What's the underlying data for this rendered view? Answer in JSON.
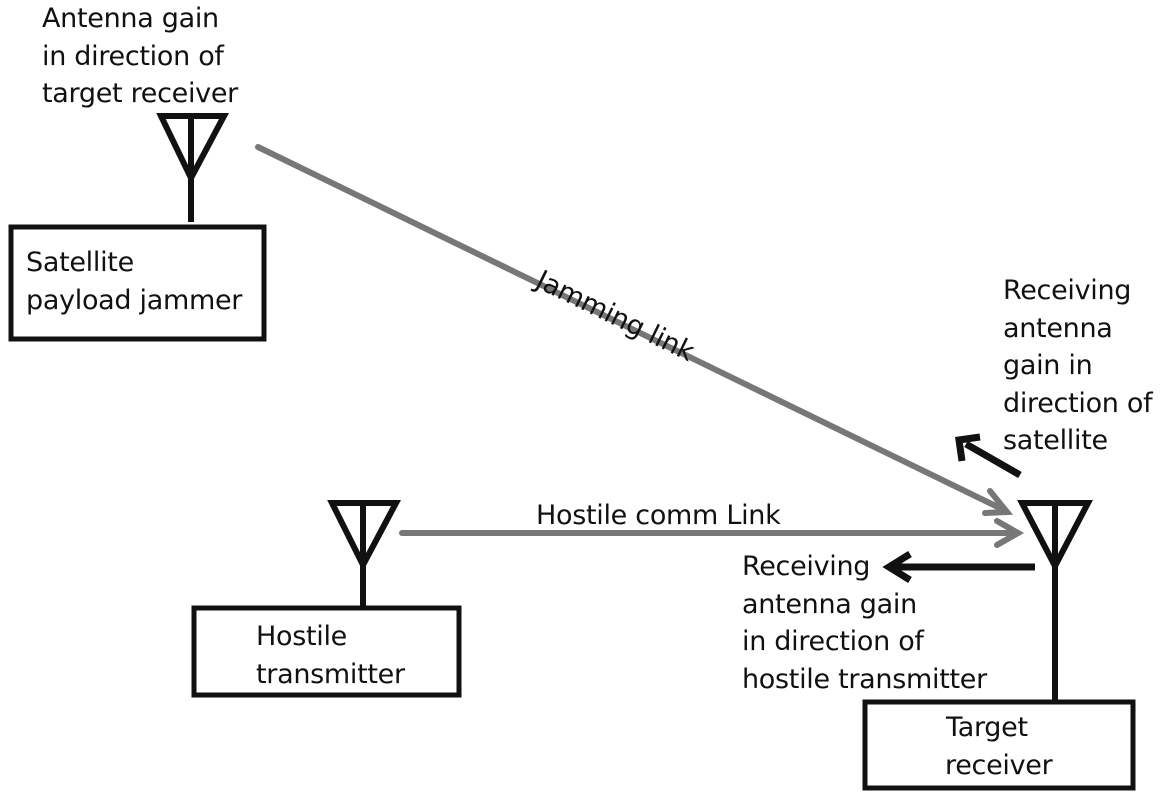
{
  "colors": {
    "ink": "#111111",
    "link": "#777777",
    "background": "#ffffff"
  },
  "nodes": {
    "satellite": {
      "label_lines": [
        "Satellite",
        "payload jammer"
      ],
      "antenna_label_lines": [
        "Antenna gain",
        "in direction of",
        "target receiver"
      ]
    },
    "hostile": {
      "label_lines": [
        "Hostile",
        "transmitter"
      ]
    },
    "target": {
      "label_lines": [
        "Target",
        "receiver"
      ],
      "gain_satellite_lines": [
        "Receiving",
        "antenna",
        "gain in",
        "direction of",
        "satellite"
      ],
      "gain_hostile_lines": [
        "Receiving",
        "antenna gain",
        "in direction of",
        "hostile transmitter"
      ]
    }
  },
  "links": {
    "jamming": "Jamming link",
    "hostile_comm": "Hostile comm Link"
  }
}
